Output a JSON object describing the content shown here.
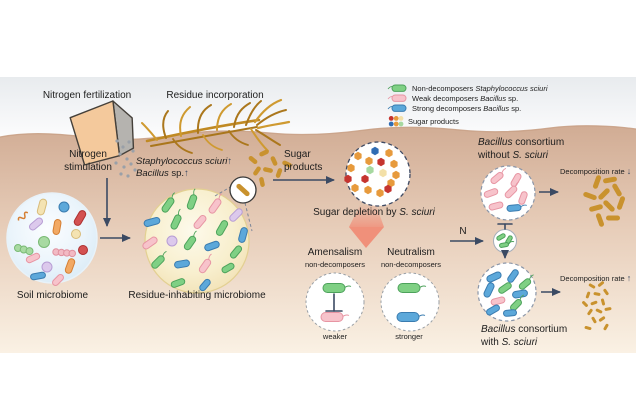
{
  "legend": {
    "items": [
      {
        "icon": "green-capsule-icon",
        "color": "#7fd084",
        "border": "#4da25b",
        "prefix": "Non-decomposers ",
        "italic": "Staphylococcus sciuri",
        "suffix": ""
      },
      {
        "icon": "pink-capsule-icon",
        "color": "#f7c3cb",
        "border": "#e795a3",
        "prefix": "Weak decomposers ",
        "italic": "Bacillus",
        "suffix": " sp."
      },
      {
        "icon": "blue-capsule-icon",
        "color": "#5ca8da",
        "border": "#3a7cb0",
        "prefix": "Strong decomposers ",
        "italic": "Bacillus",
        "suffix": " sp."
      },
      {
        "icon": "sugar-dots-icon",
        "color": "",
        "border": "",
        "prefix": "Sugar products",
        "italic": "",
        "suffix": ""
      }
    ]
  },
  "labels": {
    "nitrogen_fertilization": "Nitrogen fertilization",
    "residue_incorporation": "Residue incorporation",
    "nitrogen_stimulation_1": "Nitrogen",
    "nitrogen_stimulation_2": "stimulation",
    "species_line1_italic": "Staphylococcus sciuri",
    "species_line2_italic": "Bacillus",
    "species_line2_plain": " sp.",
    "arrow_up": "↑",
    "arrow_down": "↓",
    "soil_microbiome": "Soil microbiome",
    "residue_inhabiting_microbiome": "Residue-inhabiting microbiome",
    "sugar_products_1": "Sugar",
    "sugar_products_2": "products",
    "sugar_depletion_plain": "Sugar depletion by ",
    "sugar_depletion_italic": "S. sciuri",
    "amensalism": "Amensalism",
    "neutralism": "Neutralism",
    "non_decomposers": "non-decomposers",
    "weaker": "weaker",
    "stronger": "stronger",
    "consortium_without_line1_italic": "Bacillus",
    "consortium_without_line1_plain": " consortium",
    "consortium_without_line2_plain": "without ",
    "consortium_without_line2_italic": "S. sciuri",
    "consortium_with_line1_italic": "Bacillus",
    "consortium_with_line1_plain": " consortium",
    "consortium_with_line2_plain": "with ",
    "consortium_with_line2_italic": "S. sciuri",
    "nitrogen_n": "N",
    "decomposition_rate": "Decomposition rate"
  },
  "colors": {
    "arrow_navy": "#3b4a63",
    "emphasis_coral": "#f0907a",
    "soil_tan": "#d1ac94",
    "straw_gold": "#c9922e",
    "sugar_orange": "#e79a3c",
    "sugar_red": "#c5342f",
    "sugar_blue": "#2f6cb3",
    "sugar_green": "#a6d8a0",
    "sugar_cream": "#f3e0a8"
  }
}
